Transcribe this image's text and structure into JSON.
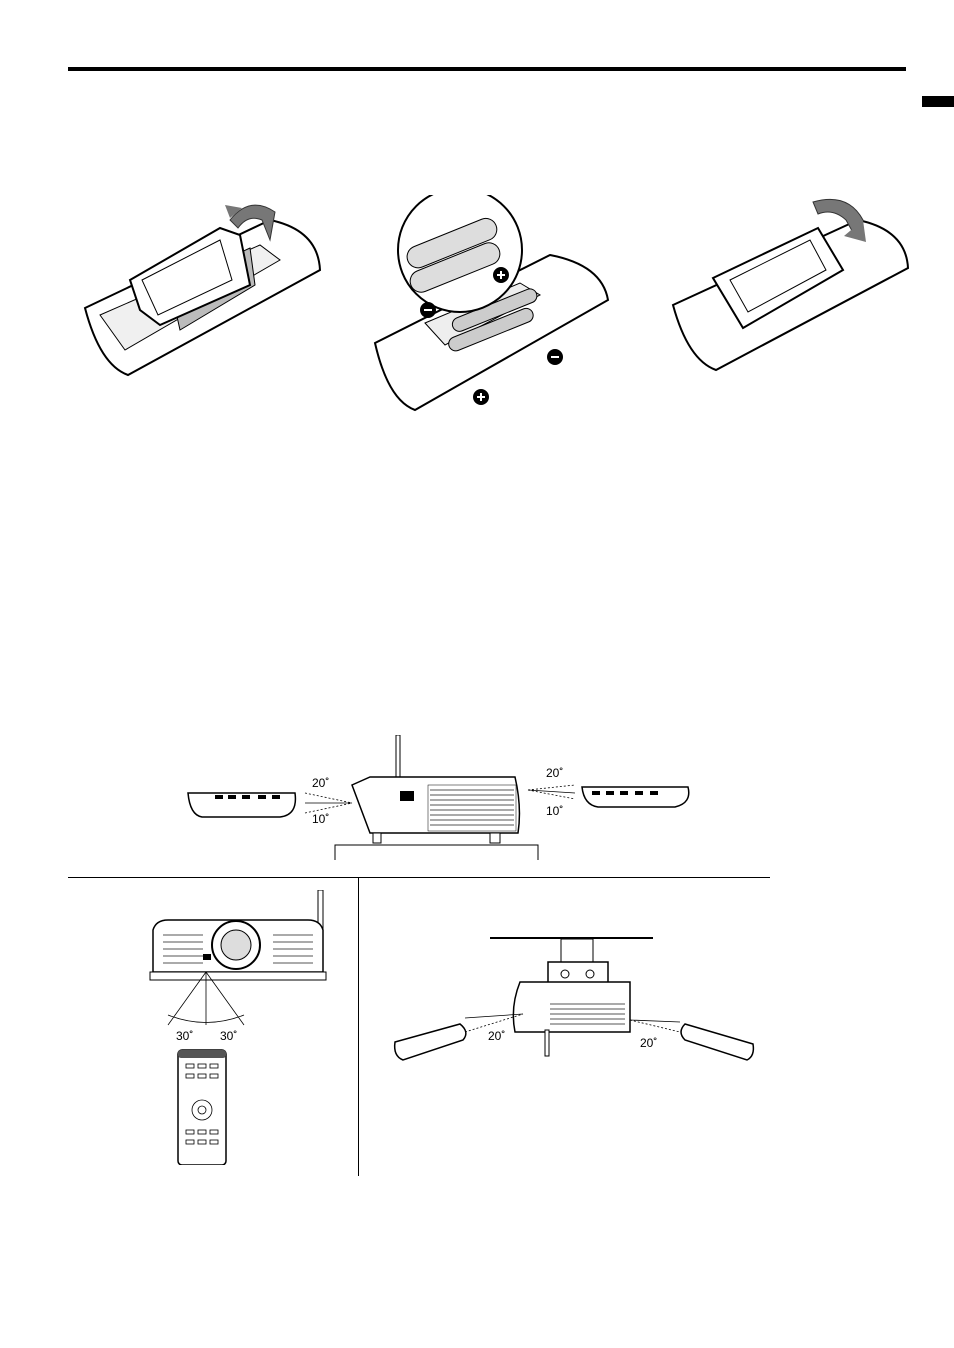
{
  "angles": {
    "front_left_upper": "20˚",
    "front_left_lower": "10˚",
    "front_right_upper": "20˚",
    "front_right_lower": "10˚",
    "horiz_left": "30˚",
    "horiz_right": "30˚",
    "ceiling_left": "20˚",
    "ceiling_right": "20˚"
  }
}
